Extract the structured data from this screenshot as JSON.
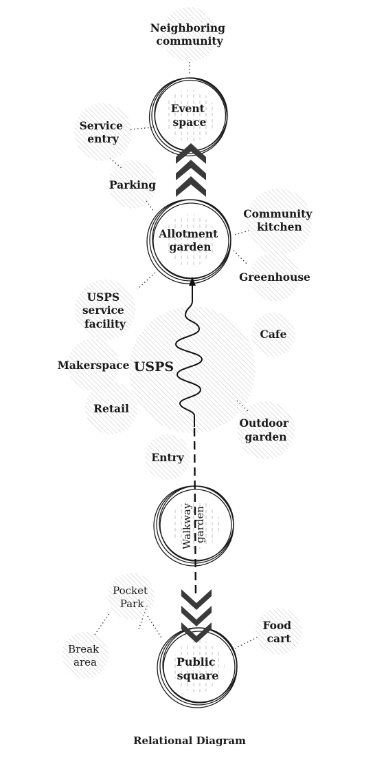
{
  "caption": "Relational Diagram",
  "colors": {
    "bubble_fill": "#e6e6e6",
    "ink": "#1a1a1a",
    "chevron": "#3a3a3a",
    "hatch": "#c9c9c9"
  },
  "nodes": {
    "neighboring_community": [
      "Neighboring",
      "community"
    ],
    "event_space": [
      "Event",
      "space"
    ],
    "service_entry": [
      "Service",
      "entry"
    ],
    "parking": [
      "Parking"
    ],
    "community_kitchen": [
      "Community",
      "kitchen"
    ],
    "allotment_garden": [
      "Allotment",
      "garden"
    ],
    "greenhouse": [
      "Greenhouse"
    ],
    "usps_service_facility": [
      "USPS",
      "service",
      "facility"
    ],
    "cafe": [
      "Cafe"
    ],
    "makerspace": [
      "Makerspace"
    ],
    "usps": [
      "USPS"
    ],
    "retail": [
      "Retail"
    ],
    "outdoor_garden": [
      "Outdoor",
      "garden"
    ],
    "entry": [
      "Entry"
    ],
    "walkway_garden": [
      "Walkway",
      "garden"
    ],
    "pocket_park": [
      "Pocket",
      "Park"
    ],
    "break_area": [
      "Break",
      "area"
    ],
    "food_cart": [
      "Food",
      "cart"
    ],
    "public_square": [
      "Public",
      "square"
    ]
  }
}
